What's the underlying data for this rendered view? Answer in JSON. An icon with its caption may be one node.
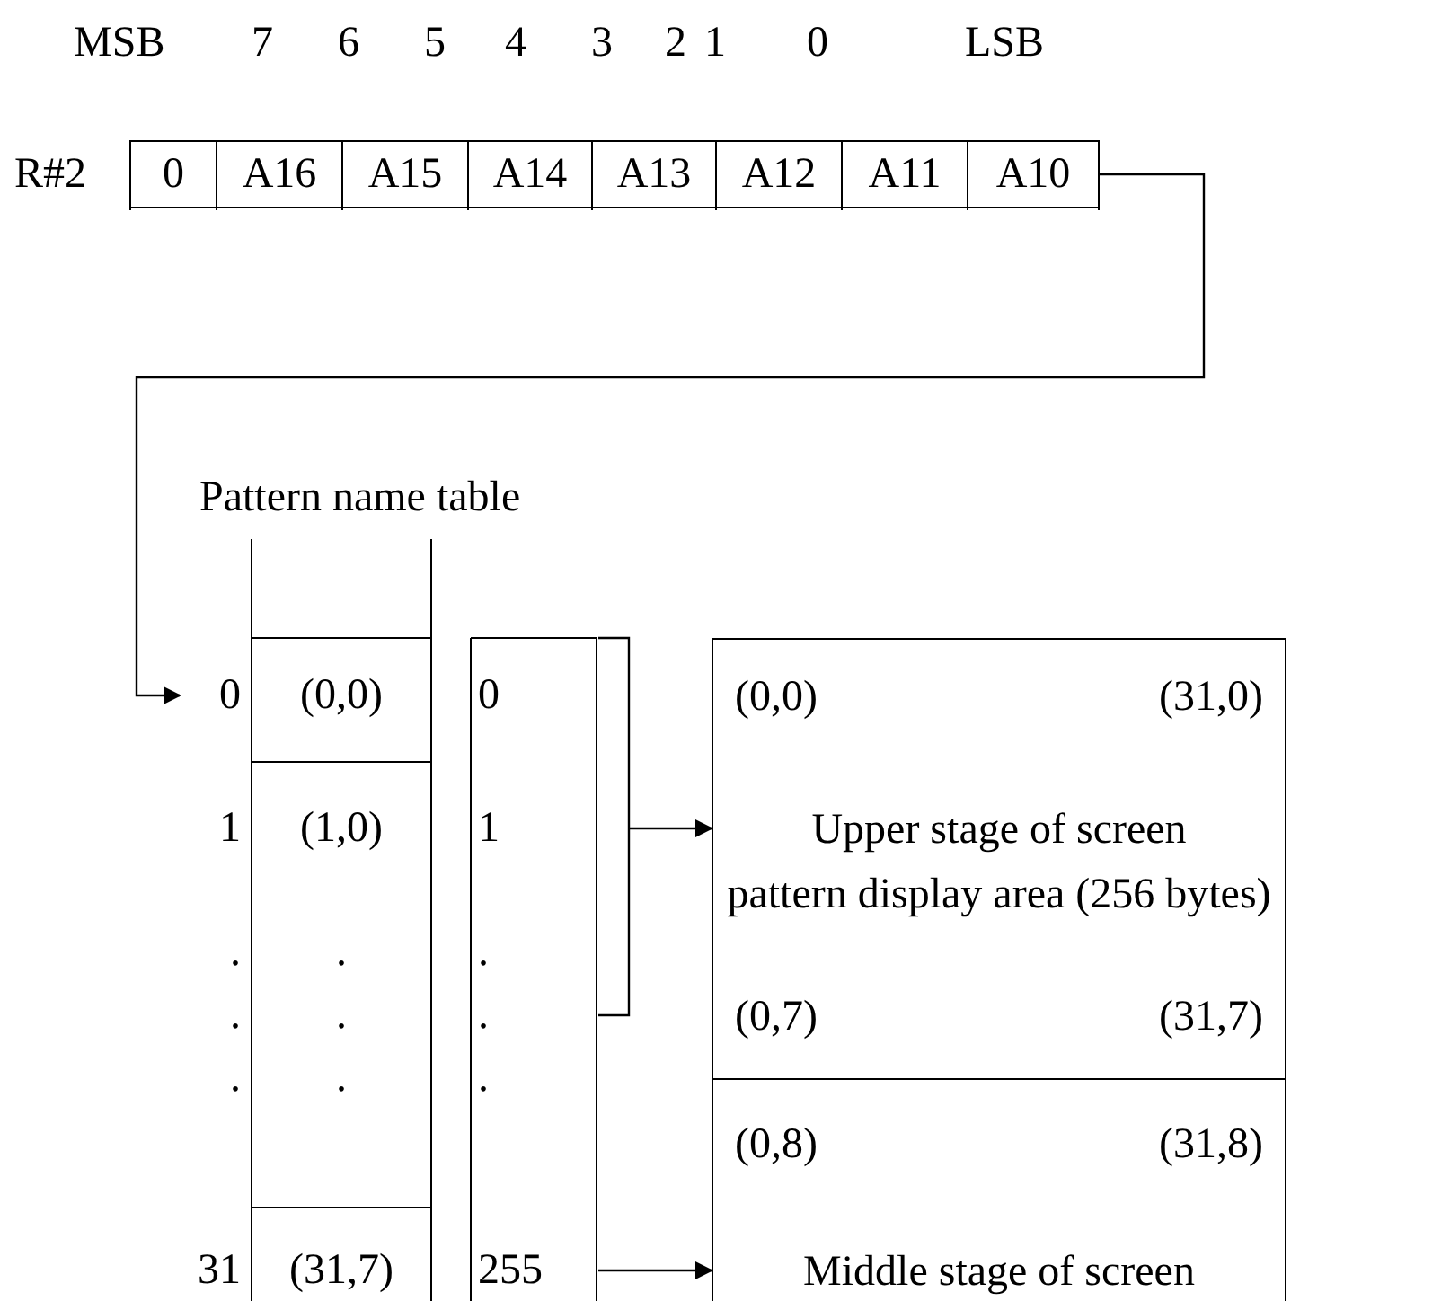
{
  "diagram": {
    "nodes": [
      {
        "text": [],
        "shape": "box",
        "beside": [
          "R#2"
        ]
      },
      {
        "text": [
          "0"
        ],
        "in": 0
      },
      {
        "text": [
          "A16"
        ],
        "in": 0
      },
      {
        "text": [
          "A15"
        ],
        "in": 0
      },
      {
        "text": [
          "A14"
        ],
        "in": 0
      },
      {
        "text": [
          "A13"
        ],
        "in": 0
      },
      {
        "text": [
          "A12"
        ],
        "in": 0
      },
      {
        "text": [
          "A11"
        ],
        "in": 0
      },
      {
        "text": [
          "A10"
        ],
        "in": 0
      },
      {
        "text": [
          "Pattern name table"
        ]
      },
      {
        "text": [
          "0",
          "(0,0)",
          "0"
        ],
        "in": 9
      },
      {
        "text": [
          "1",
          "(1,0)",
          "1"
        ],
        "in": 9
      },
      {
        "text": [
          ".",
          ".",
          "."
        ],
        "in": 9
      },
      {
        "text": [
          ".",
          ".",
          "."
        ],
        "in": 9
      },
      {
        "text": [
          ".",
          ".",
          "."
        ],
        "in": 9
      },
      {
        "text": [
          "31",
          "(31,7)",
          "255"
        ],
        "in": 9
      },
      {
        "text": [
          "(0,0)",
          "(31,0)",
          "Upper stage of screen",
          "pattern display area (256 bytes)",
          "(0,7)",
          "(31,7)"
        ]
      },
      {
        "text": [
          "(0,8)",
          "(31,8)",
          "Middle stage of screen"
        ]
      }
    ],
    "edges": [
      {
        "from": 0,
        "to": 10,
        "arrow": "to"
      },
      {
        "from": 9,
        "to": 16,
        "arrow": "to"
      },
      {
        "from": 9,
        "to": 17,
        "arrow": "to"
      }
    ],
    "labels": [
      "MSB",
      "7",
      "6",
      "5",
      "4",
      "3",
      "2",
      "1",
      "0",
      "LSB"
    ]
  }
}
